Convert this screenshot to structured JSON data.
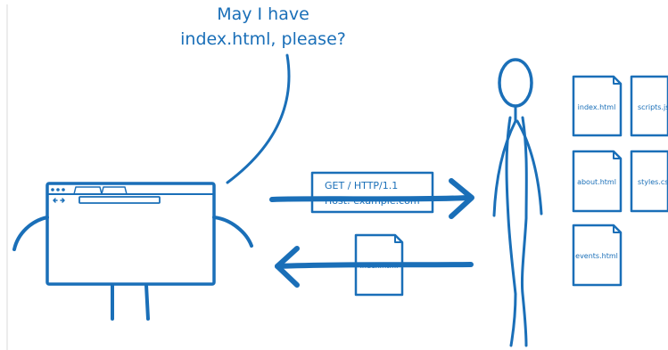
{
  "speech": {
    "line1": "May I have",
    "line2": "index.html, please?"
  },
  "request": {
    "line1": "GET / HTTP/1.1",
    "line2": "Host: example.com"
  },
  "response_file": "index.html",
  "server_files": [
    "index.html",
    "scripts.js",
    "about.html",
    "styles.css",
    "events.html"
  ],
  "colors": {
    "ink": "#1a6fb8",
    "paper": "#ffffff"
  }
}
